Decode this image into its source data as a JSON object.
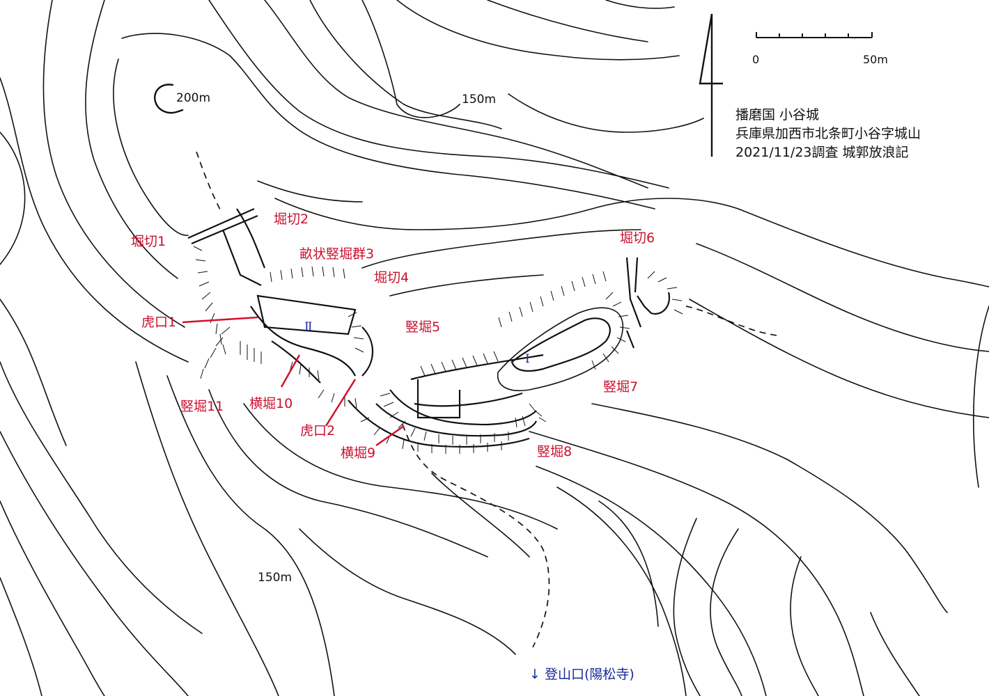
{
  "title": {
    "province_castle": "播磨国 小谷城",
    "address": "兵庫県加西市北条町小谷字城山",
    "survey": "2021/11/23調査 城郭放浪記"
  },
  "scale": {
    "start": "0",
    "end": "50m"
  },
  "contours": {
    "c200": "200m",
    "c150_top": "150m",
    "c150_bottom": "150m"
  },
  "enclosures": {
    "main": "Ⅰ",
    "second": "Ⅱ"
  },
  "features": {
    "horikiri1": "堀切1",
    "horikiri2": "堀切2",
    "unejo3": "畝状竪堀群3",
    "horikiri4": "堀切4",
    "tatebori5": "竪堀5",
    "horikiri6": "堀切6",
    "tatebori7": "竪堀7",
    "tatebori8": "竪堀8",
    "yokobori9": "横堀9",
    "yokobori10": "横堀10",
    "tatebori11": "竪堀11",
    "koguchi1": "虎口1",
    "koguchi2": "虎口2"
  },
  "trailhead": "↓ 登山口(陽松寺)",
  "colors": {
    "feature_label": "#c8102e",
    "enclosure_label": "#1a2a9a",
    "line": "#111111"
  }
}
